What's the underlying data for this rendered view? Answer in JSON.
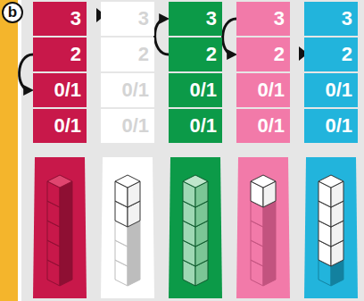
{
  "diagram": {
    "nodes": [
      {
        "text": [
          "3"
        ]
      },
      {
        "text": [
          "3"
        ]
      },
      {
        "text": [
          "3"
        ]
      },
      {
        "text": [
          "3"
        ]
      },
      {
        "text": [
          "3"
        ]
      },
      {
        "text": [
          "2"
        ]
      },
      {
        "text": [
          "2"
        ]
      },
      {
        "text": [
          "2"
        ]
      },
      {
        "text": [
          "2"
        ]
      },
      {
        "text": [
          "2"
        ]
      },
      {
        "text": [
          "0/1"
        ]
      },
      {
        "text": [
          "0/1"
        ]
      },
      {
        "text": [
          "0/1"
        ]
      },
      {
        "text": [
          "0/1"
        ]
      },
      {
        "text": [
          "0/1"
        ]
      },
      {
        "text": [
          "0/1"
        ]
      },
      {
        "text": [
          "0/1"
        ]
      },
      {
        "text": [
          "0/1"
        ]
      },
      {
        "text": [
          "0/1"
        ]
      },
      {
        "text": [
          "0/1"
        ]
      }
    ],
    "edges": [
      {
        "from": 5,
        "to": 10,
        "arrow": "to"
      },
      {
        "from": 7,
        "to": 2,
        "arrow": "to"
      },
      {
        "from": 3,
        "to": 8,
        "arrow": "to"
      }
    ],
    "labels": [
      "b"
    ]
  }
}
